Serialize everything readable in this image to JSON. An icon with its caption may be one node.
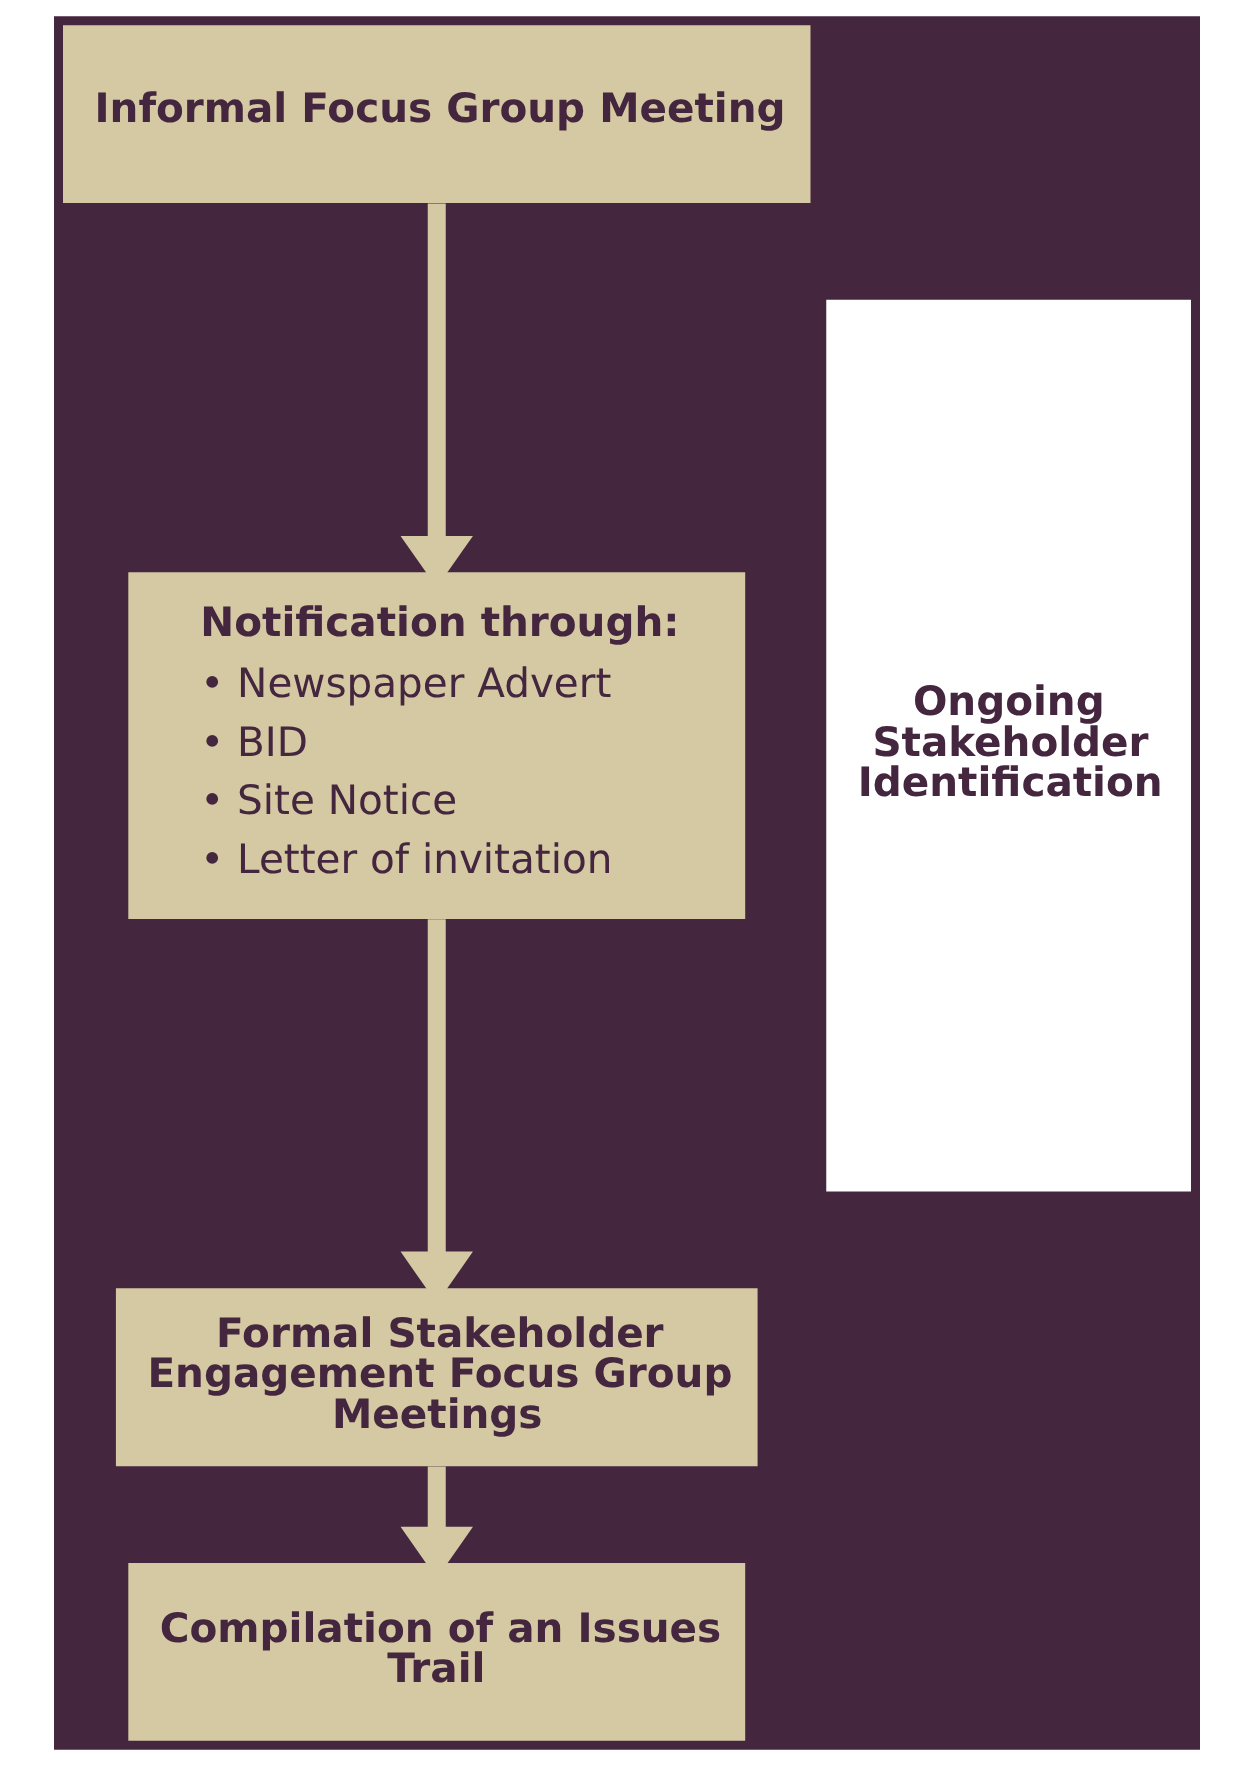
{
  "diagram": {
    "nodes": [
      {
        "text": [
          "Informal Focus Group Meeting"
        ]
      },
      {
        "text": [
          "Notification through:",
          "• Newspaper Advert",
          "• BID",
          "• Site Notice",
          "• Letter of invitation"
        ]
      },
      {
        "text": [
          "Formal Stakeholder Engagement Focus Group Meetings"
        ]
      },
      {
        "text": [
          "Compilation of an Issues Trail"
        ]
      },
      {
        "text": [
          "Ongoing Stakeholder Identification"
        ]
      }
    ],
    "edges": [
      {
        "from": 0,
        "to": 1,
        "arrow": "to"
      },
      {
        "from": 1,
        "to": 2,
        "arrow": "to"
      },
      {
        "from": 2,
        "to": 3,
        "arrow": "to"
      }
    ]
  }
}
